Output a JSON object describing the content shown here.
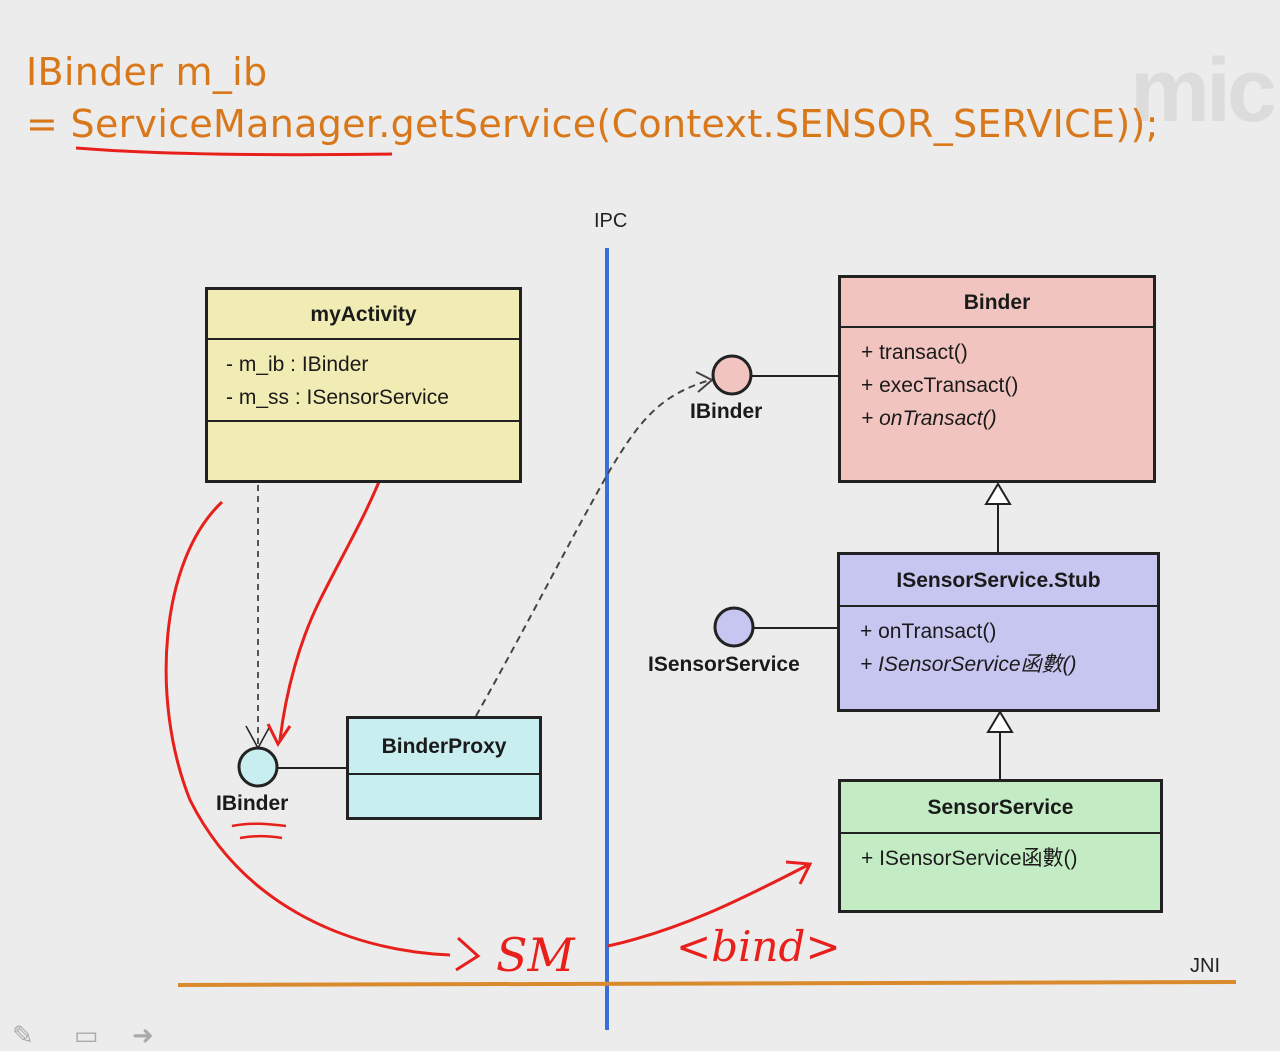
{
  "code": {
    "line1": "IBinder m_ib",
    "line2": "=  ServiceManager.getService(Context.SENSOR_SERVICE));"
  },
  "labels": {
    "ipc": "IPC",
    "jni": "JNI"
  },
  "classes": {
    "myActivity": {
      "title": "myActivity",
      "fields": [
        "- m_ib : IBinder",
        "- m_ss : ISensorService"
      ]
    },
    "binderProxy": {
      "title": "BinderProxy"
    },
    "binder": {
      "title": "Binder",
      "methods": [
        "+ transact()",
        "+ execTransact()",
        "+ onTransact()"
      ]
    },
    "stub": {
      "title": "ISensorService.Stub",
      "methods": [
        "+ onTransact()",
        "+ ISensorService函數()"
      ]
    },
    "sensorService": {
      "title": "SensorService",
      "methods": [
        "+ ISensorService函數()"
      ]
    }
  },
  "interfaces": {
    "left_ibinder": "IBinder",
    "right_ibinder": "IBinder",
    "isensorservice": "ISensorService"
  },
  "annotations": {
    "sm": "SM",
    "bind": "<bind>"
  },
  "colors": {
    "code_orange": "#d9781a",
    "ipc_blue": "#3a6fd8",
    "jni_orange": "#d98a2c",
    "annot_red": "#e8201c",
    "myActivity_fill": "#f0ecb4",
    "binderProxy_fill": "#c8eef0",
    "binder_fill": "#f2c4c0",
    "stub_fill": "#c6c6f0",
    "sensorService_fill": "#c4ecc4"
  }
}
